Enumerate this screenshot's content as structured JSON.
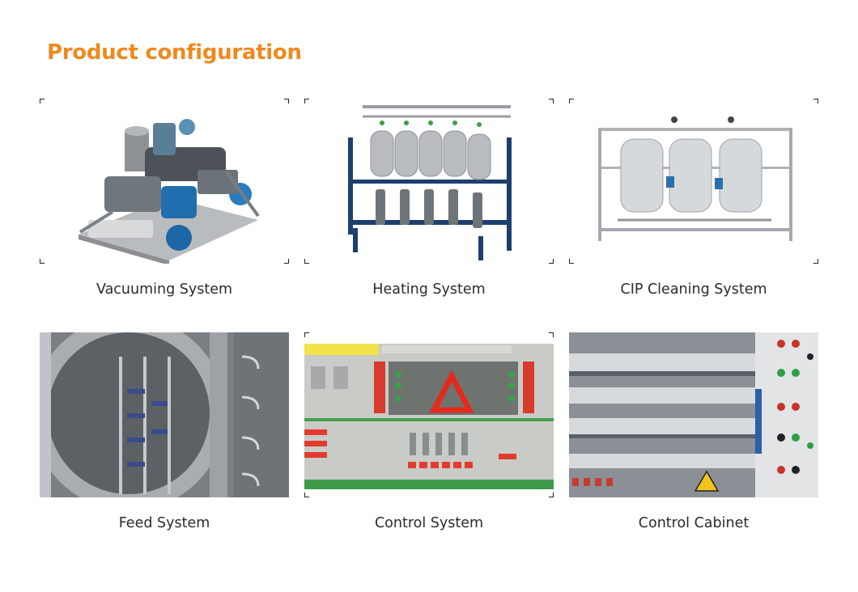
{
  "header": {
    "title": "Product configuration"
  },
  "colors": {
    "accent": "#ef8a1f",
    "caption": "#2b2b2b"
  },
  "products": [
    {
      "caption": "Vacuuming System",
      "image": "vacuum-pump-unit-image"
    },
    {
      "caption": "Heating System",
      "image": "heating-tanks-image"
    },
    {
      "caption": "CIP Cleaning System",
      "image": "cip-tanks-image"
    },
    {
      "caption": "Feed System",
      "image": "freeze-dryer-chamber-image"
    },
    {
      "caption": "Control System",
      "image": "scada-screen-image"
    },
    {
      "caption": "Control Cabinet",
      "image": "electrical-cabinet-image"
    }
  ]
}
